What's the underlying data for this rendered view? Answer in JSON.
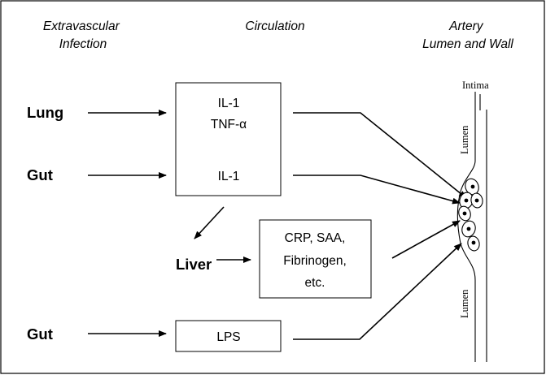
{
  "headers": {
    "col1": [
      "Extravascular",
      "Infection"
    ],
    "col2": "Circulation",
    "col3": [
      "Artery",
      "Lumen and Wall"
    ]
  },
  "sources": {
    "lung": "Lung",
    "gut_top": "Gut",
    "liver": "Liver",
    "gut_bottom": "Gut"
  },
  "boxes": {
    "cytokines": {
      "line1": "IL-1",
      "line2": "TNF-α",
      "line3": "IL-1"
    },
    "acute_phase": {
      "line1": "CRP, SAA,",
      "line2": "Fibrinogen,",
      "line3": "etc."
    },
    "lps": {
      "label": "LPS"
    }
  },
  "artery": {
    "intima": "Intima",
    "lumen_top": "Lumen",
    "lumen_bottom": "Lumen"
  }
}
